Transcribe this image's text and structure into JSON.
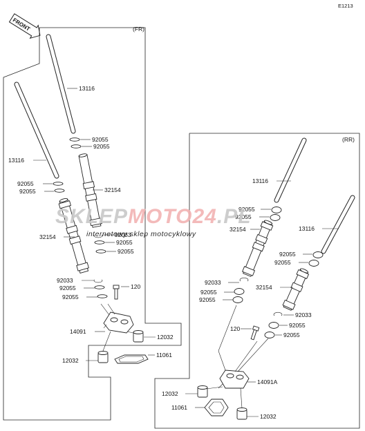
{
  "diagram_id": "E1213",
  "front_arrow_label": "FRONT",
  "front_panel": {
    "title": "(FR)",
    "labels": {
      "rod_right": "13116",
      "rod_left": "13116",
      "seal_a": "92055",
      "seal_b": "92055",
      "seal_c": "92055",
      "seal_d": "92055",
      "tube_right": "32154",
      "oring_a": "92033",
      "seal_e": "92055",
      "seal_f": "92055",
      "tube_left": "32154",
      "oring_b": "92033",
      "seal_g": "92055",
      "seal_h": "92055",
      "bolt": "120",
      "holder": "14091",
      "cap_right": "12032",
      "cap_left": "12032",
      "gasket": "11061"
    }
  },
  "rear_panel": {
    "title": "(RR)",
    "labels": {
      "rod_left": "13116",
      "seal_a": "92055",
      "seal_b": "92055",
      "tube_left": "32154",
      "rod_right": "13116",
      "seal_c": "92055",
      "seal_d": "92055",
      "oring_a": "92033",
      "seal_e": "92055",
      "seal_f": "92055",
      "tube_right": "32154",
      "oring_b": "92033",
      "seal_g": "92055",
      "bolt": "120",
      "seal_h": "92055",
      "holder": "14091A",
      "cap_left": "12032",
      "gasket": "11061",
      "cap_right": "12032"
    }
  },
  "watermark": {
    "brand_part1": "SKLEP",
    "brand_part2": "MOTO",
    "brand_part3": "24",
    "brand_part4": ".PL",
    "tagline": "internetowy sklep motocyklowy"
  },
  "colors": {
    "line": "#222222",
    "watermark_gray": "#c8c8c8",
    "watermark_red": "#f2b3b3"
  }
}
